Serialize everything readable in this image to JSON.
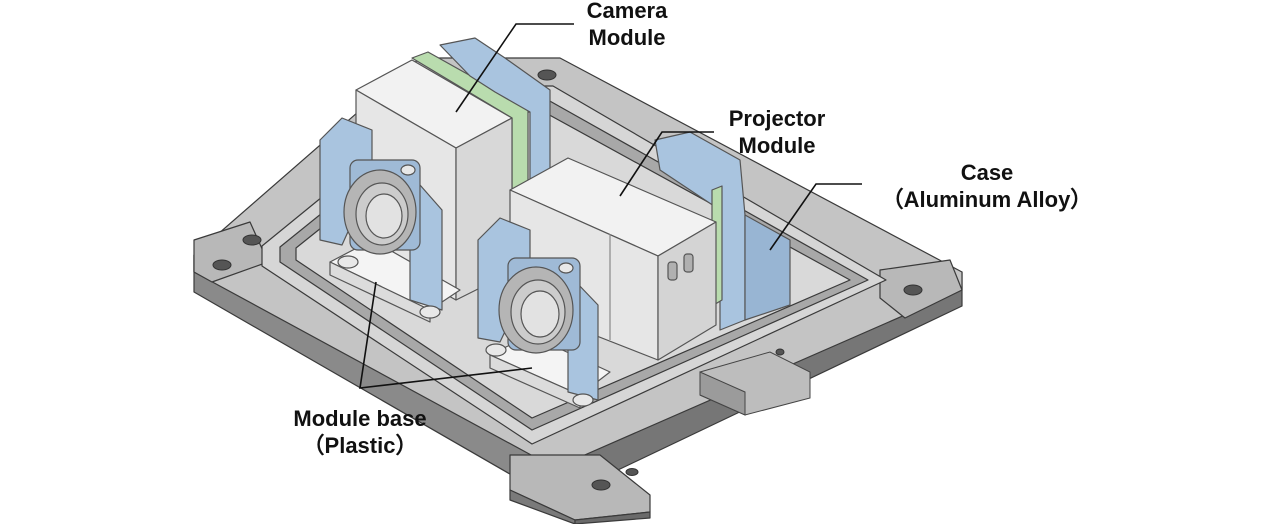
{
  "labels": {
    "camera": {
      "line1": "Camera",
      "line2": "Module"
    },
    "projector": {
      "line1": "Projector",
      "line2": "Module"
    },
    "case": {
      "line1": "Case",
      "line2": "（Aluminum Alloy）"
    },
    "module_base": {
      "line1": "Module base",
      "line2": "（Plastic）"
    }
  },
  "colors": {
    "case_metal": "#9a9a9a",
    "module_white": "#eeeeee",
    "bracket_blue": "#a9c4df",
    "pcb_green": "#b9dcae",
    "leader_line": "#111111"
  }
}
